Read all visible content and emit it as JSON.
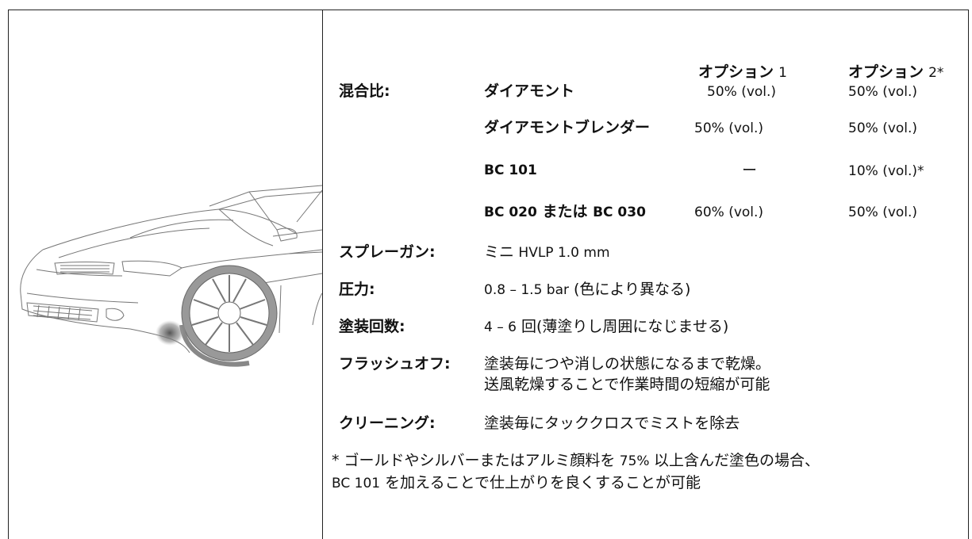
{
  "header": {
    "option1_label": "オプション",
    "option1_num": "1",
    "option2_label": "オプション",
    "option2_num": "2*"
  },
  "mix": {
    "label": "混合比:",
    "rows": [
      {
        "name": "ダイアモント",
        "opt1": "50% (vol.)",
        "opt2": "50% (vol.)"
      },
      {
        "name": "ダイアモントブレンダー",
        "opt1": "50% (vol.)",
        "opt2": "50% (vol.)"
      },
      {
        "name": "BC 101",
        "opt1": "ー",
        "opt2": "10% (vol.)*"
      },
      {
        "name_part1": "BC 020",
        "name_mid": " または ",
        "name_part2": "BC 030",
        "opt1": "60% (vol.)",
        "opt2": "50% (vol.)"
      }
    ]
  },
  "spray_gun": {
    "label": "スプレーガン:",
    "value_prefix": "ミニ",
    "value": " HVLP 1.0 mm"
  },
  "pressure": {
    "label": "圧力:",
    "value_num": "0.8 – 1.5 bar",
    "value_text": " (色により異なる)"
  },
  "coats": {
    "label": "塗装回数:",
    "value_num": "4 – 6",
    "value_text": " 回(薄塗りし周囲になじませる)"
  },
  "flash_off": {
    "label": "フラッシュオフ:",
    "line1": "塗装毎につや消しの状態になるまで乾燥。",
    "line2": "送風乾燥することで作業時間の短縮が可能"
  },
  "cleaning": {
    "label": "クリーニング:",
    "value": "塗装毎にタッククロスでミストを除去"
  },
  "footnote": {
    "line1_a": "* ゴールドやシルバーまたはアルミ顔料を",
    "line1_b": " 75% ",
    "line1_c": "以上含んだ塗色の場合、",
    "line2_a": "BC 101",
    "line2_b": " を加えることで仕上がりを良くすることが可能"
  },
  "illustration": {
    "icon": "car-front-illustration-icon"
  }
}
